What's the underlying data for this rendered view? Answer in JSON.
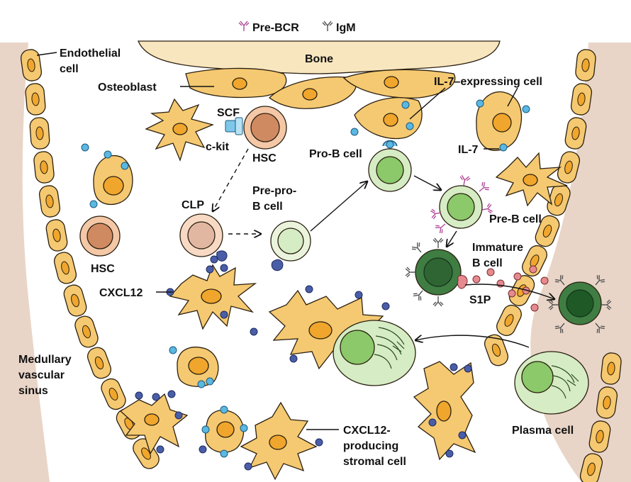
{
  "legend": {
    "prebcr": "Pre-BCR",
    "igm": "IgM"
  },
  "labels": {
    "bone": "Bone",
    "endothelial_line1": "Endothelial",
    "endothelial_line2": "cell",
    "osteoblast": "Osteoblast",
    "il7_expressing": "IL-7–expressing cell",
    "scf": "SCF",
    "ckit": "c-kit",
    "hsc_top": "HSC",
    "pro_b": "Pro-B cell",
    "il7": "IL-7",
    "prepro_line1": "Pre-pro-",
    "prepro_line2": "B cell",
    "clp": "CLP",
    "pre_b": "Pre-B cell",
    "hsc_left": "HSC",
    "immature_line1": "Immature",
    "immature_line2": "B cell",
    "cxcl12": "CXCL12",
    "s1p": "S1P",
    "sinus_line1": "Medullary",
    "sinus_line2": "vascular",
    "sinus_line3": "sinus",
    "plasma": "Plasma cell",
    "stromal_line1": "CXCL12-",
    "stromal_line2": "producing",
    "stromal_line3": "stromal cell"
  },
  "colors": {
    "bone": "#f8e6bf",
    "sinus": "#e9d5c7",
    "stroma": "#f5c971",
    "nucleus_orange": "#f0a62c",
    "hsc_body": "#f4c8a6",
    "hsc_nucleus": "#d08a62",
    "clp_nucleus": "#e2b7a1",
    "green_light": "#d6ecc4",
    "green_mid": "#8bc96a",
    "green_dark": "#3f7d43",
    "green_darkest": "#1f5a26",
    "cxcl12_dot": "#4a5ea8",
    "il7_dot": "#5ab8e2",
    "s1p_dot": "#e58a8f",
    "prebcr": "#b04a9a",
    "igm": "#555555"
  }
}
